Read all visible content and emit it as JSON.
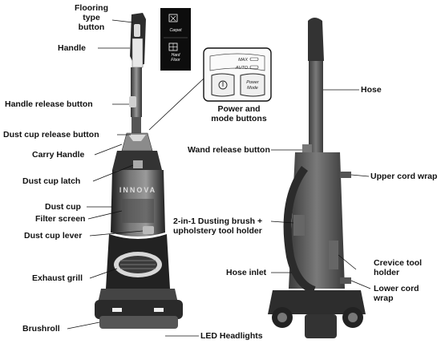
{
  "labels": {
    "flooring_type_button": "Flooring\ntype\nbutton",
    "handle": "Handle",
    "handle_release_button": "Handle release button",
    "dust_cup_release_button": "Dust cup release button",
    "carry_handle": "Carry Handle",
    "dust_cup_latch": "Dust cup latch",
    "dust_cup": "Dust cup",
    "filter_screen": "Filter screen",
    "dust_cup_lever": "Dust cup lever",
    "exhaust_grill": "Exhaust grill",
    "brushroll": "Brushroll",
    "led_headlights": "LED Headlights",
    "power_and_mode_buttons": "Power and\nmode buttons",
    "wand_release_button": "Wand release button",
    "hose": "Hose",
    "upper_cord_wrap": "Upper cord wrap",
    "dusting_brush_holder": "2-in-1 Dusting brush +\nupholstery tool holder",
    "hose_inlet": "Hose inlet",
    "crevice_tool_holder": "Crevice tool\nholder",
    "lower_cord_wrap": "Lower cord\nwrap"
  },
  "flooring_panel": {
    "carpet": "Carpet",
    "hard_floor": "Hard\nFloor"
  },
  "power_panel": {
    "max": "MAX",
    "auto": "AUTO",
    "power_mode": "Power\nMode"
  },
  "brand_text": "INNOVA",
  "colors": {
    "body_dark": "#3a3a3a",
    "body_mid": "#6e6e6e",
    "chrome": "#c9c9c9",
    "panel_black": "#0d0d0d"
  }
}
